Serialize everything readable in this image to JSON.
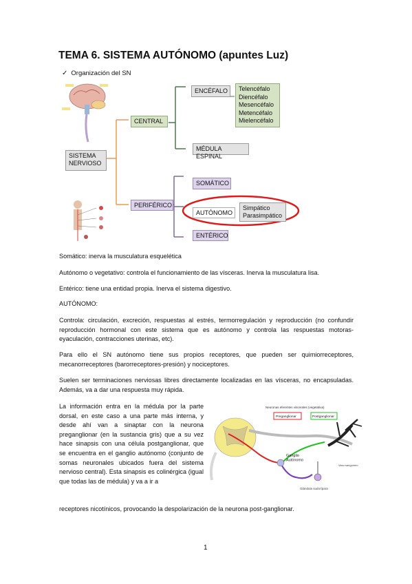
{
  "title": "TEMA 6. SISTEMA AUTÓNOMO (apuntes Luz)",
  "bullet": {
    "check": "✓",
    "text": "Organización del SN"
  },
  "diagram": {
    "sistema_nervioso": "SISTEMA NERVIOSO",
    "central": "CENTRAL",
    "periferico": "PERIFÉRICO",
    "encefalo": "ENCÉFALO",
    "encefalo_parts": [
      "Telencéfalo",
      "Diencéfalo",
      "Mesencéfalo",
      "Metencéfalo",
      "Mielencéfalo"
    ],
    "medula": "MÉDULA ESPINAL",
    "somatico": "SOMÁTICO",
    "autonomo": "AUTÓNOMO",
    "simpatico": "Simpático",
    "parasimpatico": "Parasimpático",
    "enterico": "ENTÉRICO"
  },
  "paragraphs": [
    "Somático: inerva la musculatura esquelética",
    "Autónomo o vegetativo: controla el funcionamiento de las vísceras. Inerva la musculatura lisa.",
    "Entérico: tiene una entidad propia. Inerva el sistema digestivo.",
    "AUTÓNOMO:",
    "Controla: circulación, excreción, respuestas al estrés, termorregulación y reproducción (no confundir reproducción hormonal con este sistema que es autónomo y controla las respuestas motoras- eyaculación, contracciones uterinas, etc).",
    "Para ello el SN autónomo tiene sus propios receptores, que pueden ser quimiorreceptores, mecanorreceptores (barorreceptores-presión) y nociceptores.",
    "Suelen ser terminaciones nerviosas libres directamente localizadas en las vísceras, no encapsuladas. Además, va a dar una respuesta muy rápida."
  ],
  "side_paragraph": "La información entra en la médula por la parte dorsal, en este caso a una parte más interna, y desde ahí van a sinaptar con la neurona preganglionar (en la sustancia gris) que a su vez hace sinapsis con una célula postganglionar, que se encuentra en el ganglio autónomo (conjunto de somas neuronales ubicados fuera del sistema nervioso central). Esta sinapsis es colinérgica (igual que todas las de médula) y va a ir a",
  "final_line": "receptores nicotínicos, provocando la despolarización de la neurona post-ganglionar.",
  "figure": {
    "title": "Neuronas eferentes viscerales (vegetativa)",
    "pre_label": "Preganglionar",
    "post_label": "Postganglionar",
    "ganglio": "Ganglio Autónomo",
    "musculo": "Vaso sanguíneo",
    "glandula": "Glándula sudorípara"
  },
  "page_number": "1",
  "colors": {
    "central_box": "#d6e4c5",
    "periferico_box": "#ddd3ea",
    "ellipse": "#e01818",
    "pre": "#e02020",
    "post": "#20c020"
  }
}
